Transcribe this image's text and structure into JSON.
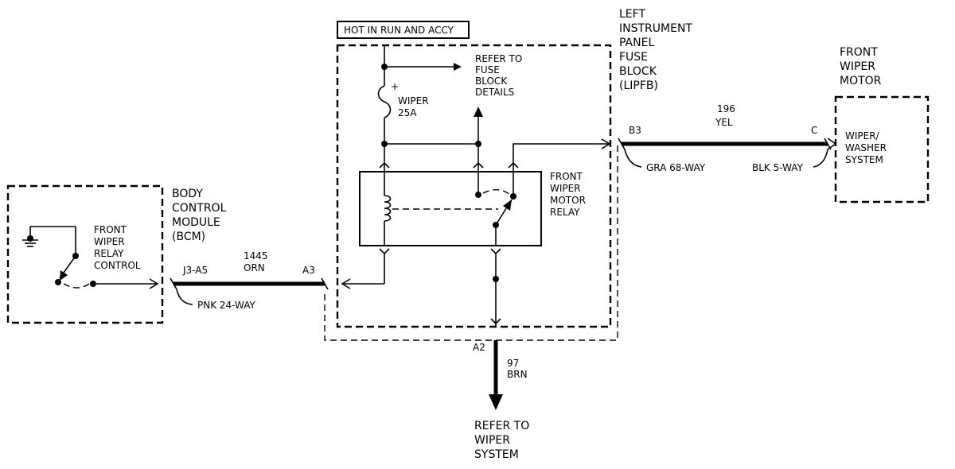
{
  "labels": {
    "hot_in_run": "HOT IN RUN AND ACCY",
    "lipfb_line1": "LEFT",
    "lipfb_line2": "INSTRUMENT",
    "lipfb_line3": "PANEL",
    "lipfb_line4": "FUSE",
    "lipfb_line5": "BLOCK",
    "lipfb_line6": "(LIPFB)",
    "fwm_line1": "FRONT",
    "fwm_line2": "WIPER",
    "fwm_line3": "MOTOR",
    "refer_fuse_line1": "REFER TO",
    "refer_fuse_line2": "FUSE",
    "refer_fuse_line3": "BLOCK",
    "refer_fuse_line4": "DETAILS",
    "fuse_plus": "+",
    "fuse_line1": "WIPER",
    "fuse_line2": "25A",
    "relay_line1": "FRONT",
    "relay_line2": "WIPER",
    "relay_line3": "MOTOR",
    "relay_line4": "RELAY",
    "bcm_line1": "BODY",
    "bcm_line2": "CONTROL",
    "bcm_line3": "MODULE",
    "bcm_line4": "(BCM)",
    "fwrc_line1": "FRONT",
    "fwrc_line2": "WIPER",
    "fwrc_line3": "RELAY",
    "fwrc_line4": "CONTROL",
    "circuit_1445": "1445",
    "orn": "ORN",
    "j3_a5": "J3-A5",
    "a3": "A3",
    "pnk": "PNK 24-WAY",
    "circuit_196": "196",
    "yel": "YEL",
    "b3": "B3",
    "c": "C",
    "gra": "GRA 68-WAY",
    "blk": "BLK 5-WAY",
    "wws_line1": "WIPER/",
    "wws_line2": "WASHER",
    "wws_line3": "SYSTEM",
    "a2": "A2",
    "circuit_97": "97",
    "brn": "BRN",
    "refer_wiper_line1": "REFER TO",
    "refer_wiper_line2": "WIPER",
    "refer_wiper_line3": "SYSTEM"
  }
}
